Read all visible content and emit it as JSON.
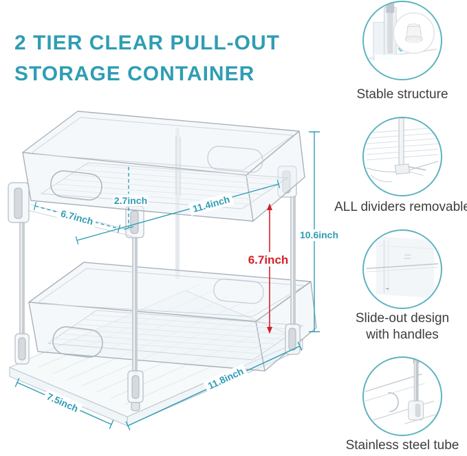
{
  "title": {
    "line1": "2 TIER CLEAR PULL-OUT",
    "line2": "STORAGE CONTAINER"
  },
  "dimensions": {
    "top_tray_height": "2.7inch",
    "top_tray_width": "6.7inch",
    "top_tray_length": "11.4inch",
    "total_height": "10.6inch",
    "tier_clearance": "6.7inch",
    "base_length": "11.8inch",
    "base_width": "7.5inch"
  },
  "features": [
    {
      "label": "Stable structure"
    },
    {
      "label": "ALL dividers removable"
    },
    {
      "label_line1": "Slide-out design",
      "label_line2": "with handles"
    },
    {
      "label": "Stainless steel tube"
    }
  ],
  "colors": {
    "title_teal": "#2f9db4",
    "dimension_teal": "#2f9db4",
    "dimension_red": "#d32026",
    "feature_ring_teal": "#5cb3c0"
  }
}
